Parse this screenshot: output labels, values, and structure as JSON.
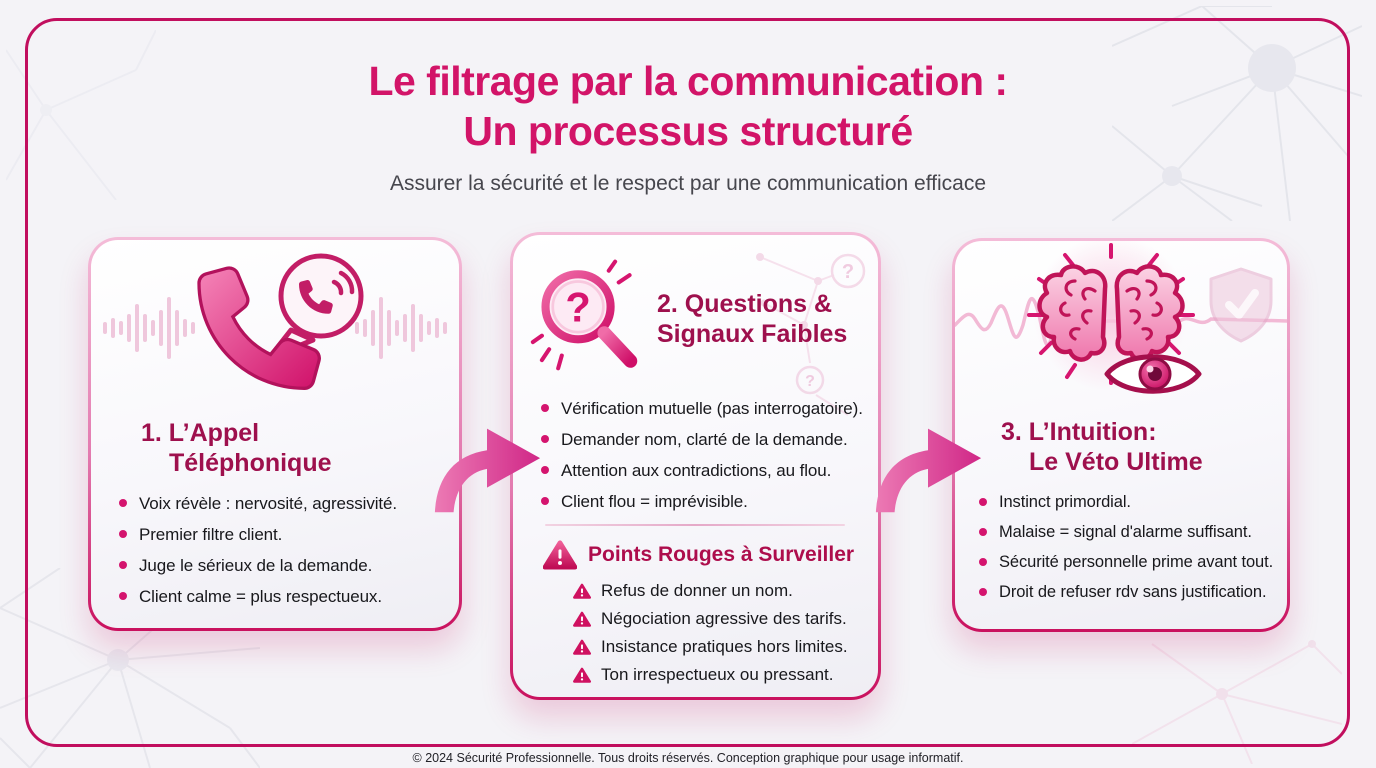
{
  "page": {
    "title_line1": "Le filtrage par la communication :",
    "title_line2": "Un processus structuré",
    "subtitle": "Assurer la sécurité et le respect par une communication efficace",
    "footer": "© 2024 Sécurité Professionnelle. Tous droits réservés. Conception graphique pour usage informatif."
  },
  "colors": {
    "accent_magenta": "#d21468",
    "card_heading": "#9e104d",
    "warning_red": "#ad0d4c",
    "frame_border": "#c10e5e",
    "body_text": "#18181c",
    "background": "#f4f3f7"
  },
  "cards": [
    {
      "icon": "phone-speech-bubble-icon",
      "title_line1": "1. L’Appel",
      "title_line2": "Téléphonique",
      "bullets": [
        "Voix révèle : nervosité, agressivité.",
        "Premier filtre client.",
        "Juge le sérieux de la demande.",
        "Client calme = plus respectueux."
      ]
    },
    {
      "icon": "magnifier-question-icon",
      "title_line1": "2. Questions &",
      "title_line2": "Signaux Faibles",
      "bullets": [
        "Vérification mutuelle (pas interrogatoire).",
        "Demander nom, clarté de la demande.",
        "Attention aux contradictions, au flou.",
        "Client flou = imprévisible."
      ],
      "warning": {
        "title": "Points Rouges à Surveiller",
        "items": [
          "Refus de donner un nom.",
          "Négociation agressive des tarifs.",
          "Insistance pratiques hors limites.",
          "Ton irrespectueux ou pressant."
        ]
      }
    },
    {
      "icon": "brain-eye-shield-icon",
      "title_line1": "3. L’Intuition:",
      "title_line2": "Le Véto Ultime",
      "bullets": [
        "Instinct primordial.",
        "Malaise = signal d'alarme suffisant.",
        "Sécurité personnelle prime avant tout.",
        "Droit de refuser rdv sans justification."
      ]
    }
  ]
}
